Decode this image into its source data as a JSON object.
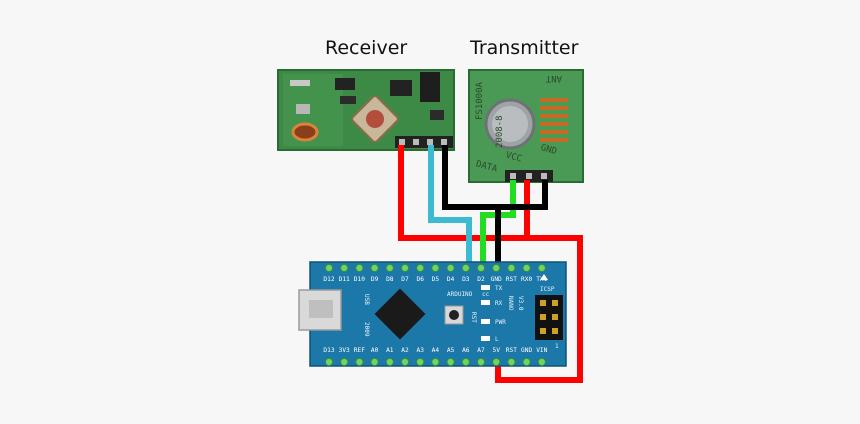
{
  "titles": {
    "receiver": "Receiver",
    "transmitter": "Transmitter"
  },
  "transmitter": {
    "model": "FS1000A",
    "date_code": "2008-8",
    "ant": "ANT",
    "pins": [
      "DATA",
      "VCC",
      "GND"
    ]
  },
  "nano": {
    "brand": "ARDUINO",
    "name": "NANO",
    "version": "V3.0",
    "usb": "USB",
    "year": "2009",
    "cc": "cc",
    "icsp": "ICSP",
    "rst_button": "RST",
    "leds": [
      "TX",
      "RX",
      "PWR",
      "L"
    ],
    "pin_one": "1",
    "top_pins": [
      "D12",
      "D11",
      "D10",
      "D9",
      "D8",
      "D7",
      "D6",
      "D5",
      "D4",
      "D3",
      "D2",
      "GND",
      "RST",
      "RX0",
      "TX1"
    ],
    "bottom_pins": [
      "D13",
      "3V3",
      "REF",
      "A0",
      "A1",
      "A2",
      "A3",
      "A4",
      "A5",
      "A6",
      "A7",
      "5V",
      "RST",
      "GND",
      "VIN"
    ]
  },
  "colors": {
    "wire_red": "#ff0000",
    "wire_black": "#000000",
    "wire_green": "#22dd22",
    "wire_cyan": "#3bbad0",
    "board_blue": "#1b78a8",
    "module_green": "#3e8a4a"
  }
}
